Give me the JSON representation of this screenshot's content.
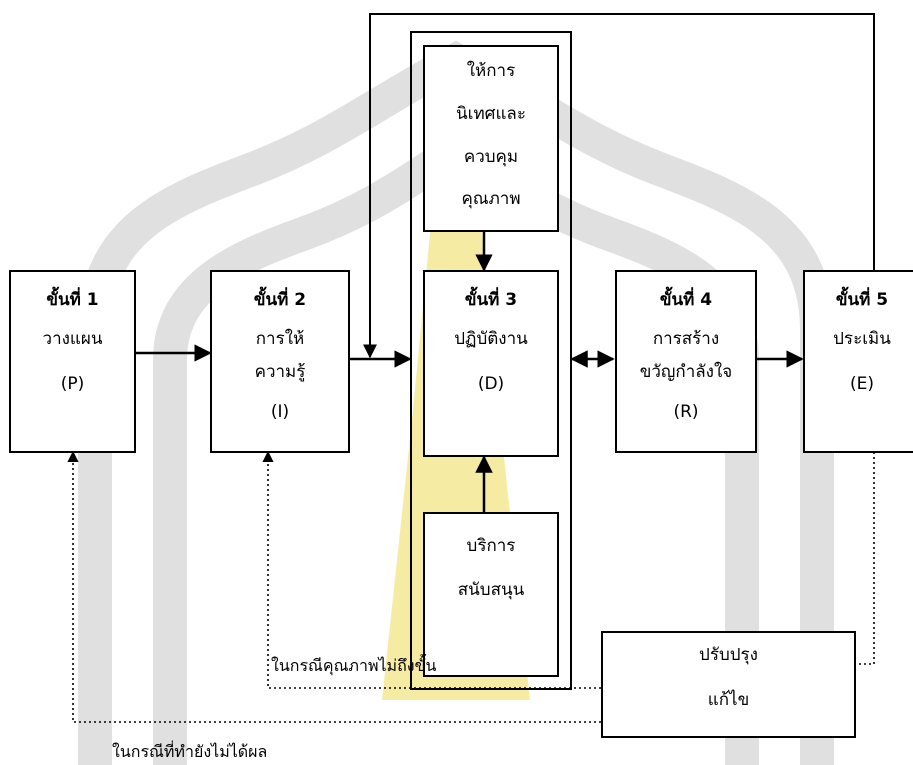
{
  "colors": {
    "line": "#000000",
    "watermark_gray": "#c8c8c8",
    "watermark_gold": "#f2e27a"
  },
  "boxes": {
    "step1": {
      "title": "ขั้นที่ 1",
      "line1": "วางแผน",
      "line2": "(P)"
    },
    "step2": {
      "title": "ขั้นที่ 2",
      "line1": "การให้",
      "line2": "ความรู้",
      "line3": "(I)"
    },
    "step3": {
      "title": "ขั้นที่ 3",
      "line1": "ปฏิบัติงาน",
      "line2": "(D)"
    },
    "step4": {
      "title": "ขั้นที่ 4",
      "line1": "การสร้าง",
      "line2": "ขวัญกำลังใจ",
      "line3": "(R)"
    },
    "step5": {
      "title": "ขั้นที่ 5",
      "line1": "ประเมิน",
      "line2": "(E)"
    },
    "supervision": {
      "line1": "ให้การ",
      "line2": "นิเทศและ",
      "line3": "ควบคุม",
      "line4": "คุณภาพ"
    },
    "support": {
      "line1": "บริการ",
      "line2": "สนับสนุน"
    },
    "improve": {
      "line1": "ปรับปรุง",
      "line2": "แก้ไข"
    }
  },
  "captions": {
    "quality_not_reached": "ในกรณีคุณภาพไม่ถึงขั้น",
    "not_effective": "ในกรณีที่ทำยังไม่ได้ผล"
  }
}
